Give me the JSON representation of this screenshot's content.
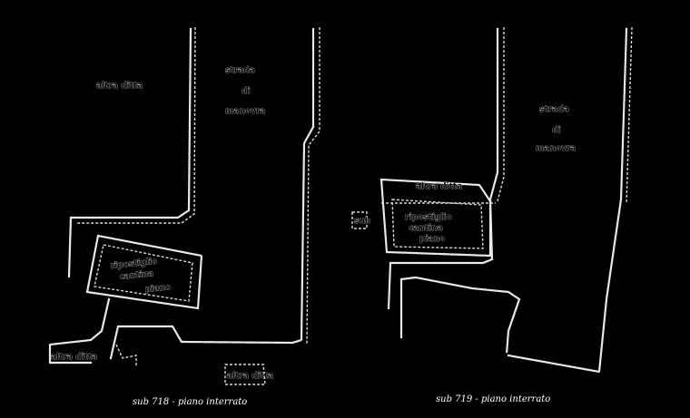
{
  "plans": [
    {
      "caption": "sub 718 - piano interrato",
      "labels": {
        "altra_ditta_top": "altra ditta",
        "strada_1": "strada",
        "strada_2": "di",
        "strada_3": "manovra",
        "altra_ditta_left": "altra ditta",
        "ripostiglio_1": "ripostiglio",
        "ripostiglio_2": "cantina",
        "ripostiglio_3": "piano",
        "altra_ditta_bottom": "altra ditta"
      }
    },
    {
      "caption": "sub 719 - piano interrato",
      "labels": {
        "strada_1": "strada",
        "strada_2": "di",
        "strada_3": "manovra",
        "altra_ditta_top": "altra ditta",
        "side": "sub",
        "ripostiglio_1": "ripostiglio",
        "ripostiglio_2": "cantina",
        "ripostiglio_3": "piano"
      }
    }
  ]
}
